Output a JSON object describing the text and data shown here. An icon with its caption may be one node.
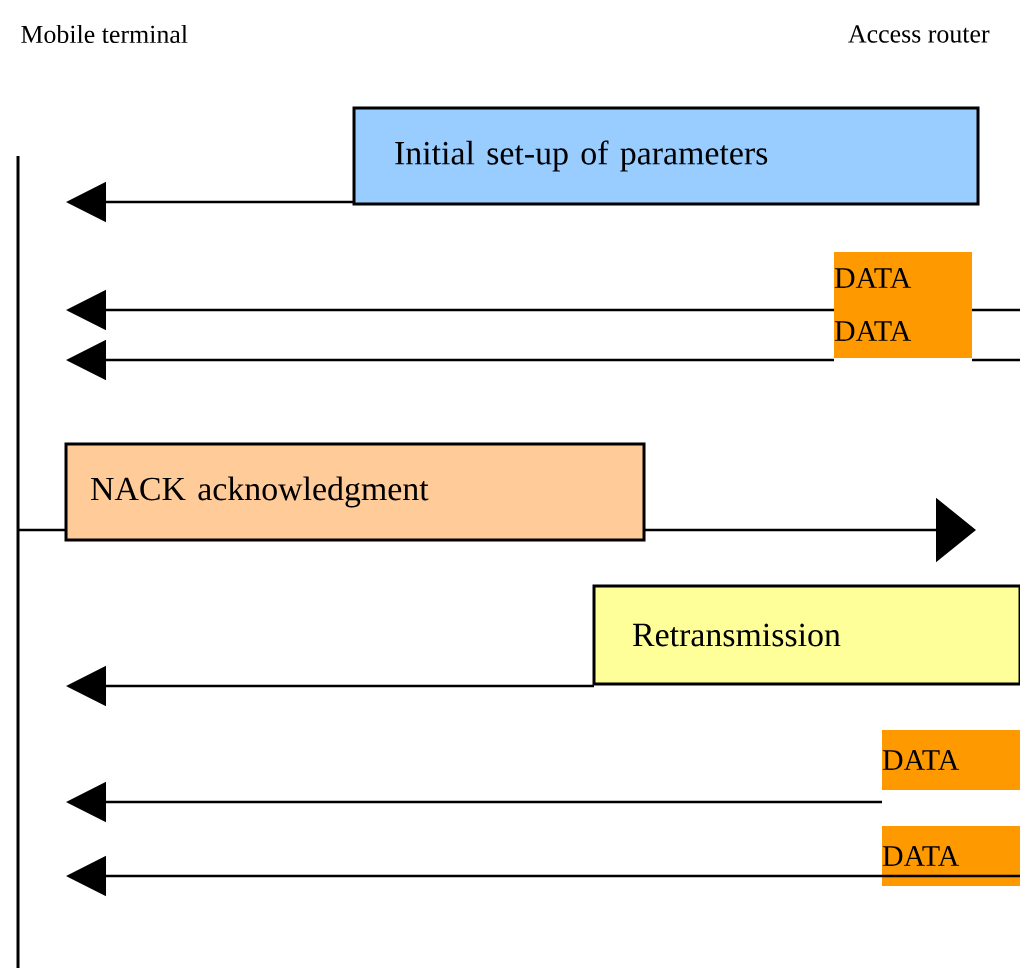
{
  "diagram": {
    "nodes": [
      {
        "text": [
          "Initial set-up of parameters"
        ]
      },
      {
        "text": [
          "DATA"
        ]
      },
      {
        "text": [
          "DATA"
        ]
      },
      {
        "text": [
          "NACK acknowledgment"
        ]
      },
      {
        "text": [
          "Retransmission"
        ]
      },
      {
        "text": [
          "DATA"
        ]
      },
      {
        "text": [
          "DATA"
        ]
      }
    ],
    "edges": [
      {
        "from": 0,
        "to": null,
        "arrow": "to"
      },
      {
        "from": 1,
        "to": null,
        "arrow": "to"
      },
      {
        "from": 2,
        "to": null,
        "arrow": "to"
      },
      {
        "from": 3,
        "to": null,
        "arrow": "to"
      },
      {
        "from": 4,
        "to": null,
        "arrow": "to"
      },
      {
        "from": 5,
        "to": null,
        "arrow": "to"
      },
      {
        "from": 6,
        "to": null,
        "arrow": "to"
      }
    ],
    "labels": [
      "Mobile terminal",
      "Access router"
    ]
  }
}
